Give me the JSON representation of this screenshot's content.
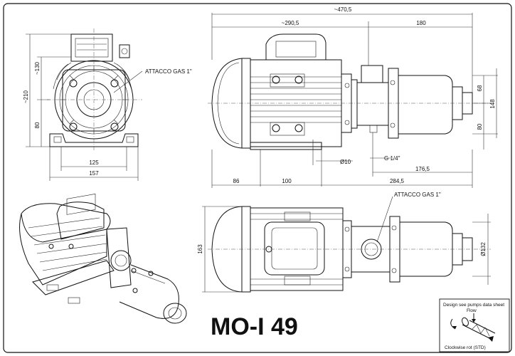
{
  "model_title": "MO-I 49",
  "labels": {
    "gas_top": "ATTACCO GAS 1\"",
    "gas_bottom": "ATTACCO GAS 1\"",
    "g_thread": "G 1/4\""
  },
  "dims": {
    "overall_length": "~470,5",
    "motor_length": "~290,5",
    "pump_length": "180",
    "front_height_total": "~210",
    "front_height_upper": "~130",
    "front_height_lower": "80",
    "foot_spacing": "125",
    "base_width": "157",
    "side_68": "68",
    "side_148": "148",
    "side_80": "80",
    "hole_dia": "Ø10",
    "dist_176": "176,5",
    "dist_86": "86",
    "dist_100": "100",
    "dist_284": "284,5",
    "top_163": "163",
    "top_dia": "Ø132"
  },
  "legend": {
    "line1": "Design see pumps data sheet",
    "flow": "Flow",
    "rotation": "Clockwise rot (STD)"
  }
}
